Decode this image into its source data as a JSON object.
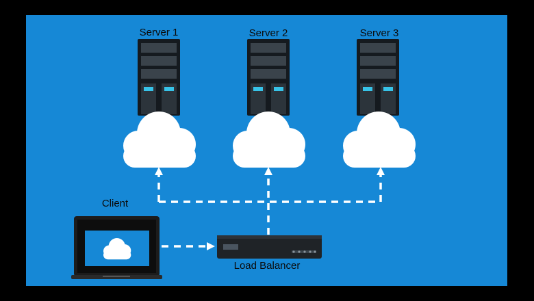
{
  "diagram": {
    "servers": [
      {
        "label": "Server 1",
        "status_leds": [
          "#37c3e8",
          "#37c3e8"
        ]
      },
      {
        "label": "Server 2",
        "status_leds": [
          "#37c3e8",
          "#37c3e8"
        ]
      },
      {
        "label": "Server 3",
        "status_leds": [
          "#37c3e8",
          "#37c3e8"
        ]
      }
    ],
    "client": {
      "label": "Client"
    },
    "load_balancer": {
      "label": "Load Balancer"
    },
    "colors": {
      "background": "#1688d6",
      "server_body": "#151a1f",
      "server_bay": "#3a434b",
      "cloud": "#ffffff",
      "connector": "#ffffff",
      "led": "#37c3e8"
    },
    "icons": [
      "server-icon",
      "cloud-icon",
      "laptop-icon",
      "load-balancer-icon",
      "arrow-up-icon",
      "arrow-right-icon"
    ]
  }
}
